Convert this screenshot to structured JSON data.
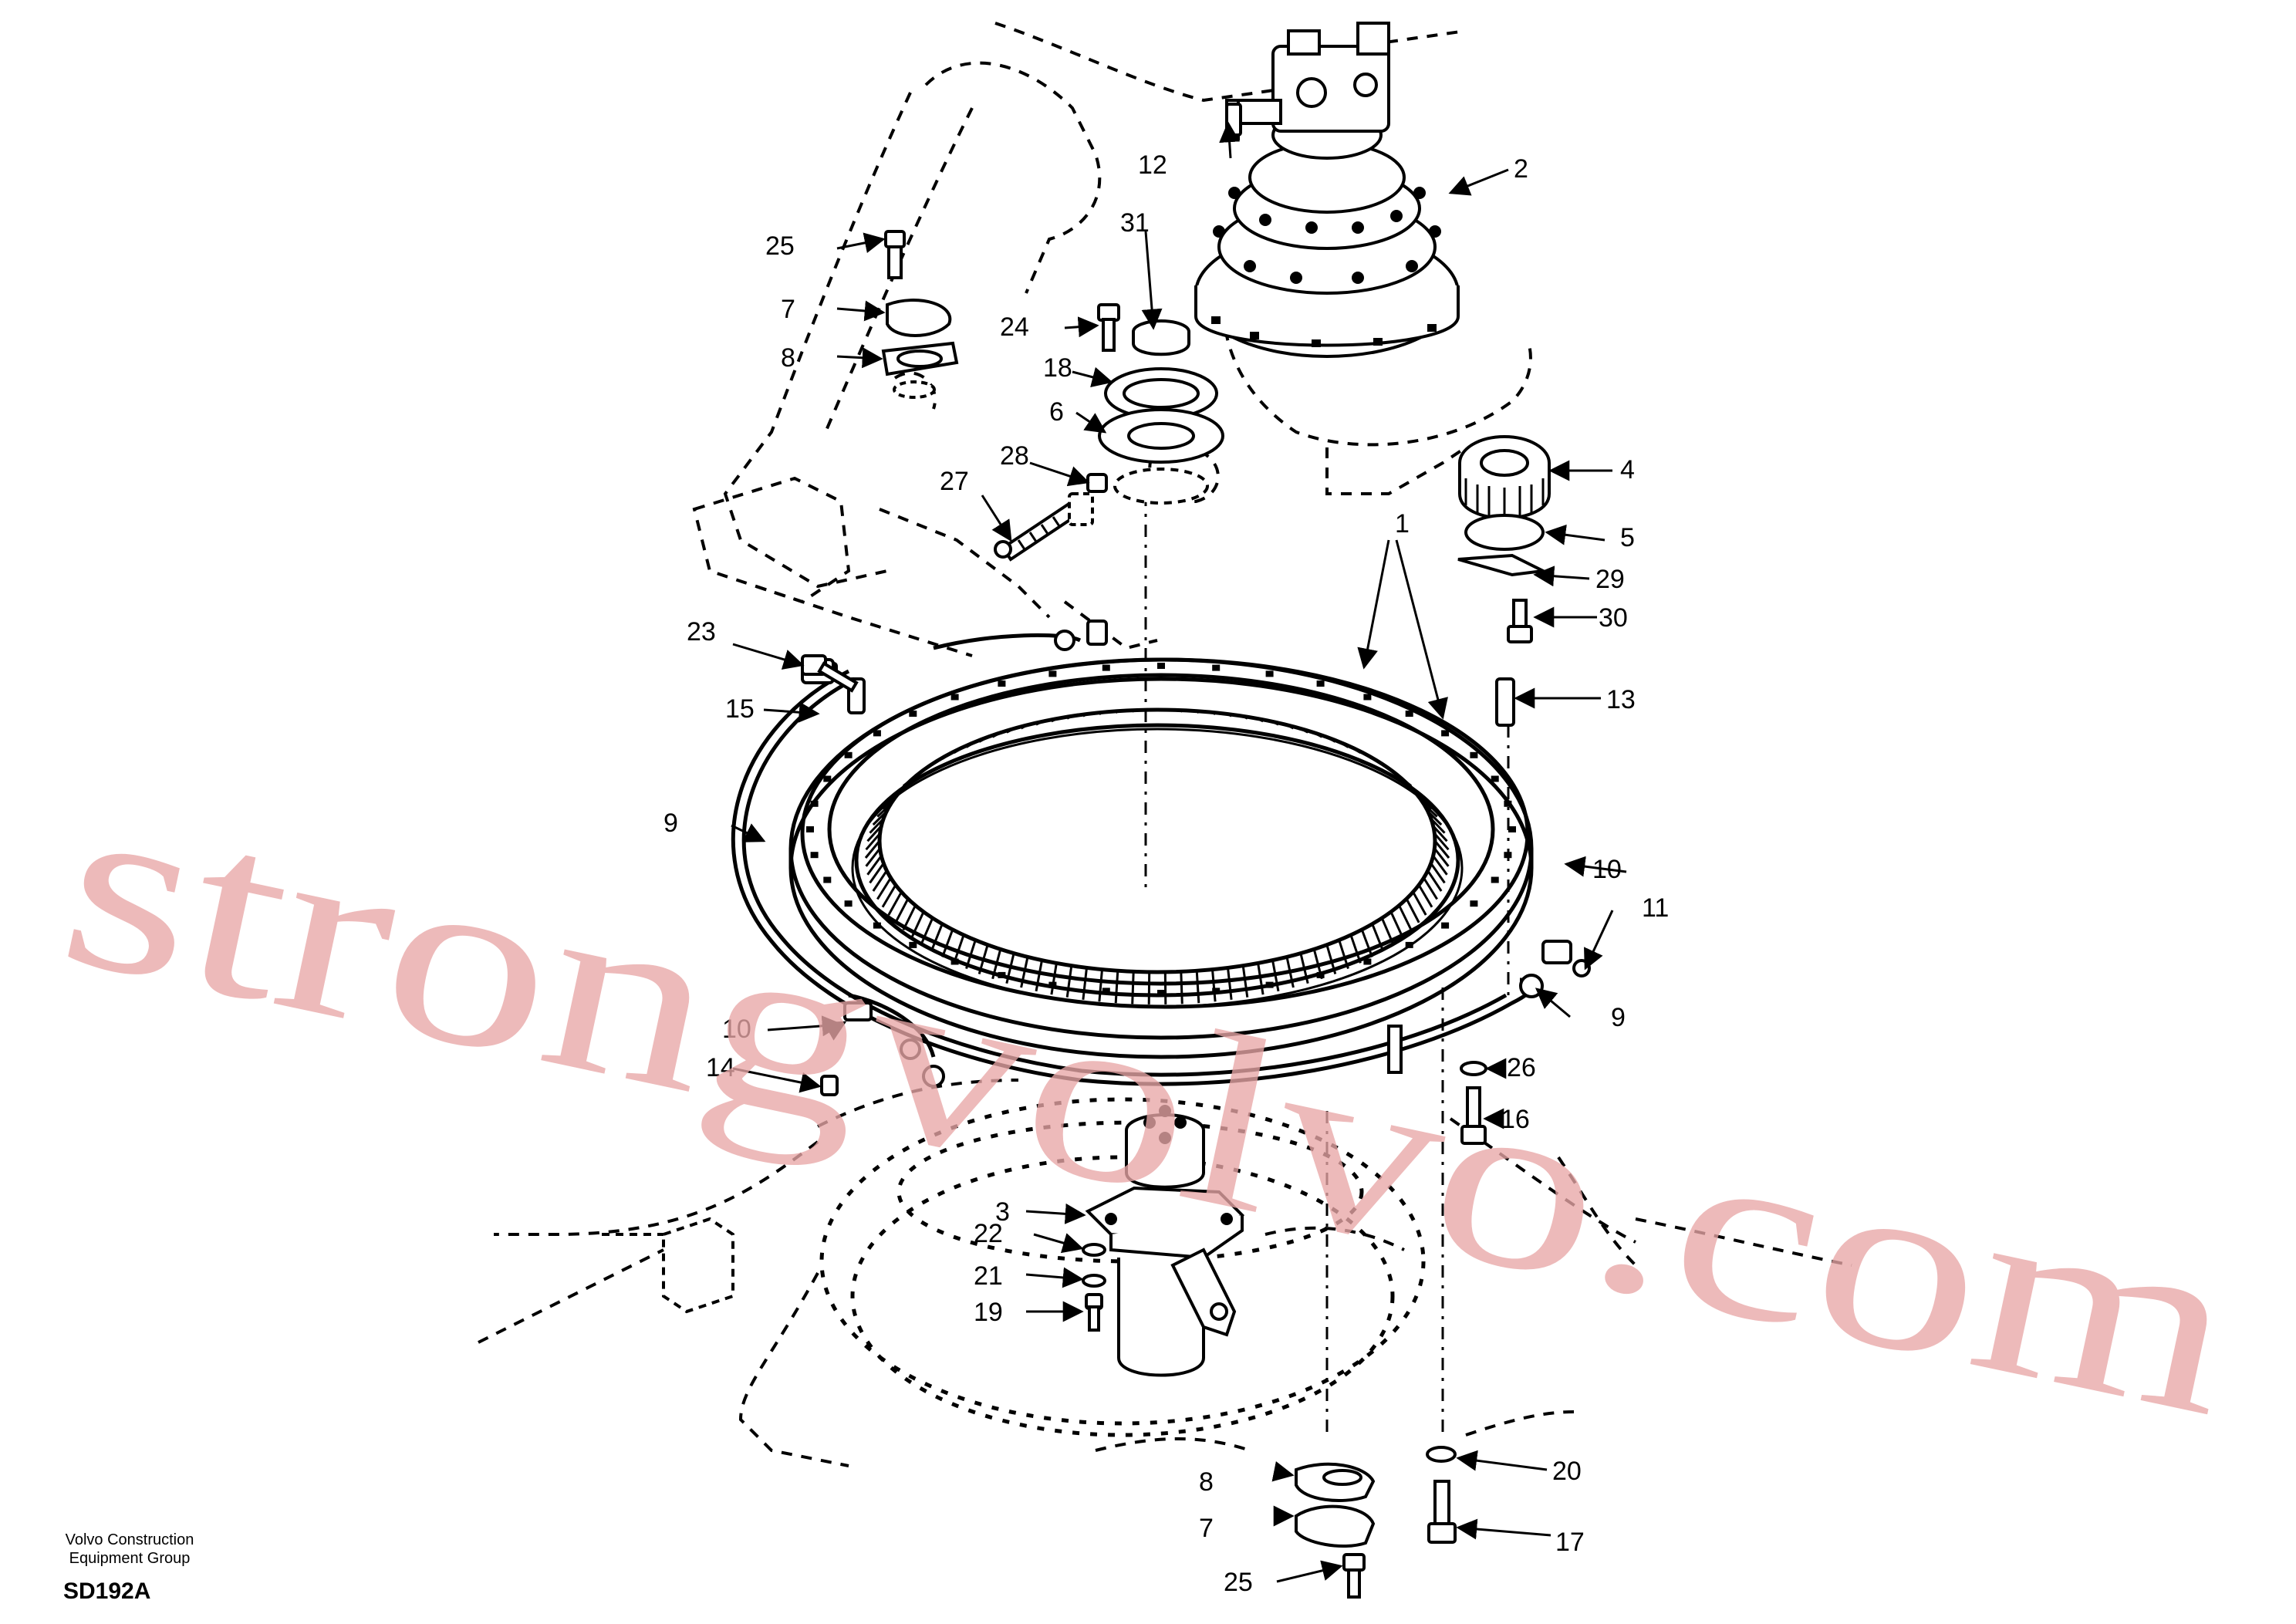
{
  "diagram": {
    "labels": [
      "1",
      "2",
      "3",
      "4",
      "5",
      "6",
      "7",
      "8",
      "9",
      "10",
      "11",
      "12",
      "13",
      "14",
      "15",
      "16",
      "17",
      "18",
      "19",
      "20",
      "21",
      "22",
      "23",
      "24",
      "25",
      "26",
      "27",
      "28",
      "29",
      "30",
      "31",
      "7",
      "8",
      "9",
      "10",
      "25"
    ],
    "watermark": "strongvolvo.com",
    "footer": {
      "company_line1": "Volvo Construction",
      "company_line2": "Equipment Group",
      "code": "SD192A"
    },
    "colors": {
      "ink": "#000000",
      "watermark": "#e8a6a6"
    }
  }
}
